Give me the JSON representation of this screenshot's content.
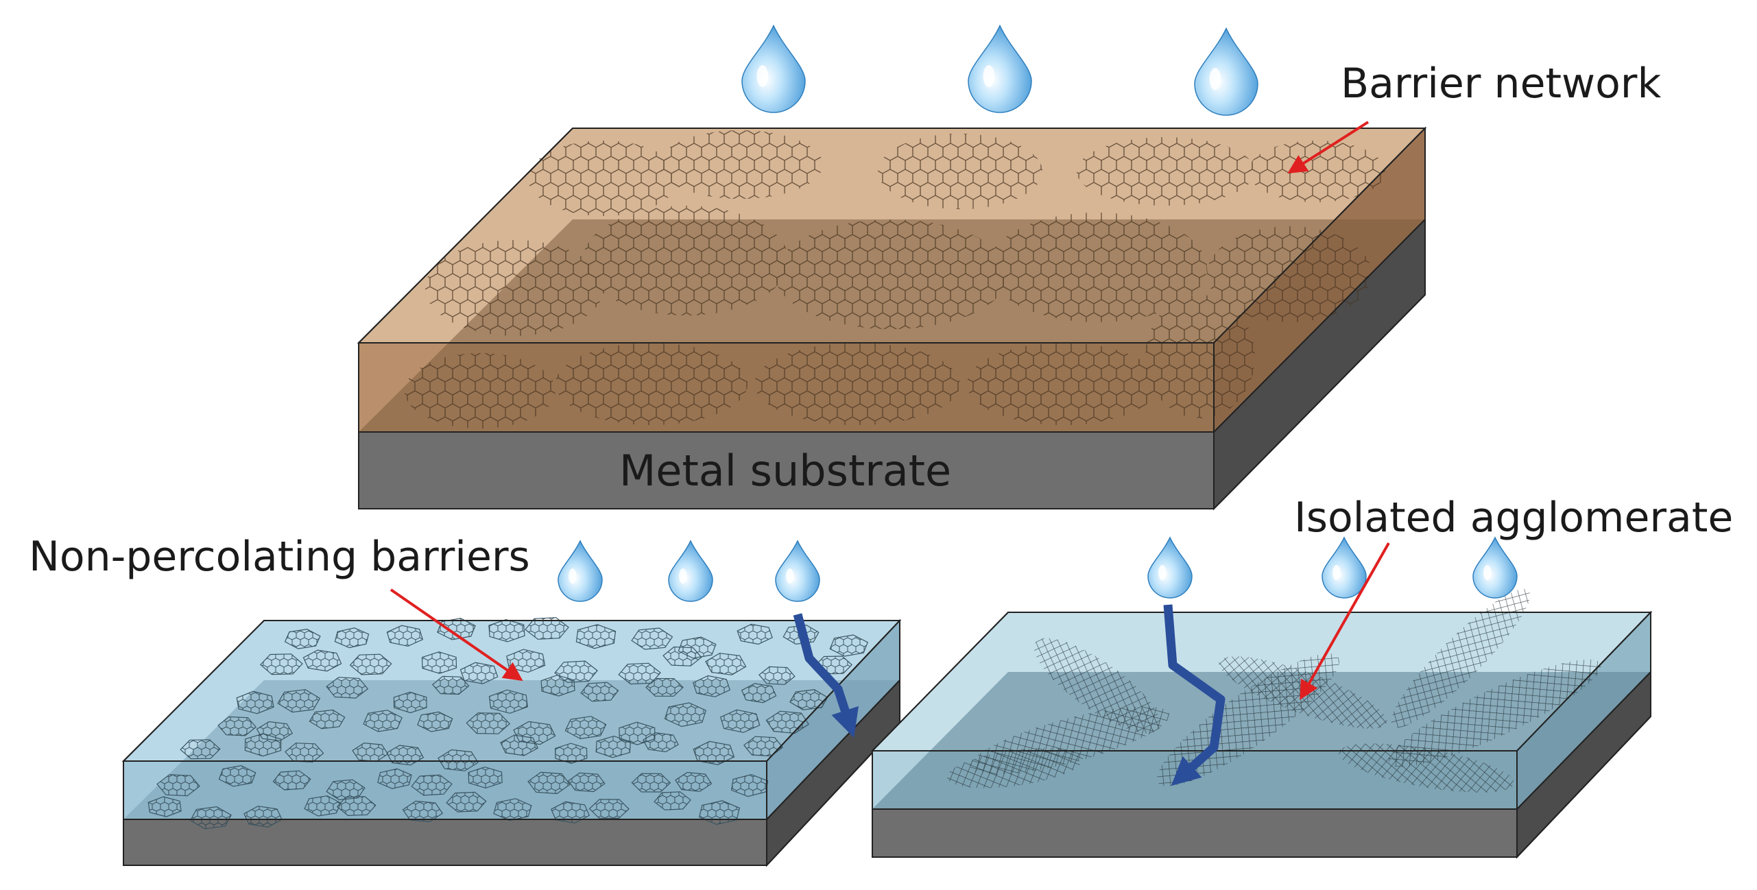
{
  "labels": {
    "barrier_network": "Barrier network",
    "metal_substrate": "Metal substrate",
    "non_percolating": "Non-percolating barriers",
    "isolated_agglomerate": "Isolated agglomerate"
  },
  "colors": {
    "brown_coating": "#c69c74",
    "brown_dark": "#8a6848",
    "blue_coating": "#a9cfe0",
    "blue_dark": "#6e97aa",
    "substrate_front": "#6f6f6f",
    "substrate_side": "#4c4c4c",
    "drop": "#5fb2ea",
    "diffusion_arrow": "#2b4e9a",
    "pointer_arrow": "#e02020"
  },
  "icons": {
    "water_drop": "water-drop-icon",
    "diffusion_path": "diffusion-arrow-icon",
    "pointer": "red-pointer-arrow-icon"
  }
}
